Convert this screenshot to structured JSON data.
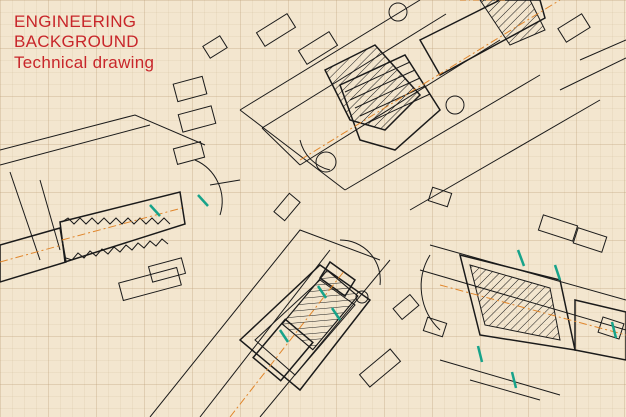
{
  "title": {
    "line1": "ENGINEERING",
    "line2": "BACKGROUND",
    "line3": "Technical drawing"
  },
  "colors": {
    "background": "#f3e6cf",
    "ink": "#1a1a1a",
    "title": "#c8262a",
    "accent": "#17a38a",
    "centerline": "#e0862c"
  }
}
